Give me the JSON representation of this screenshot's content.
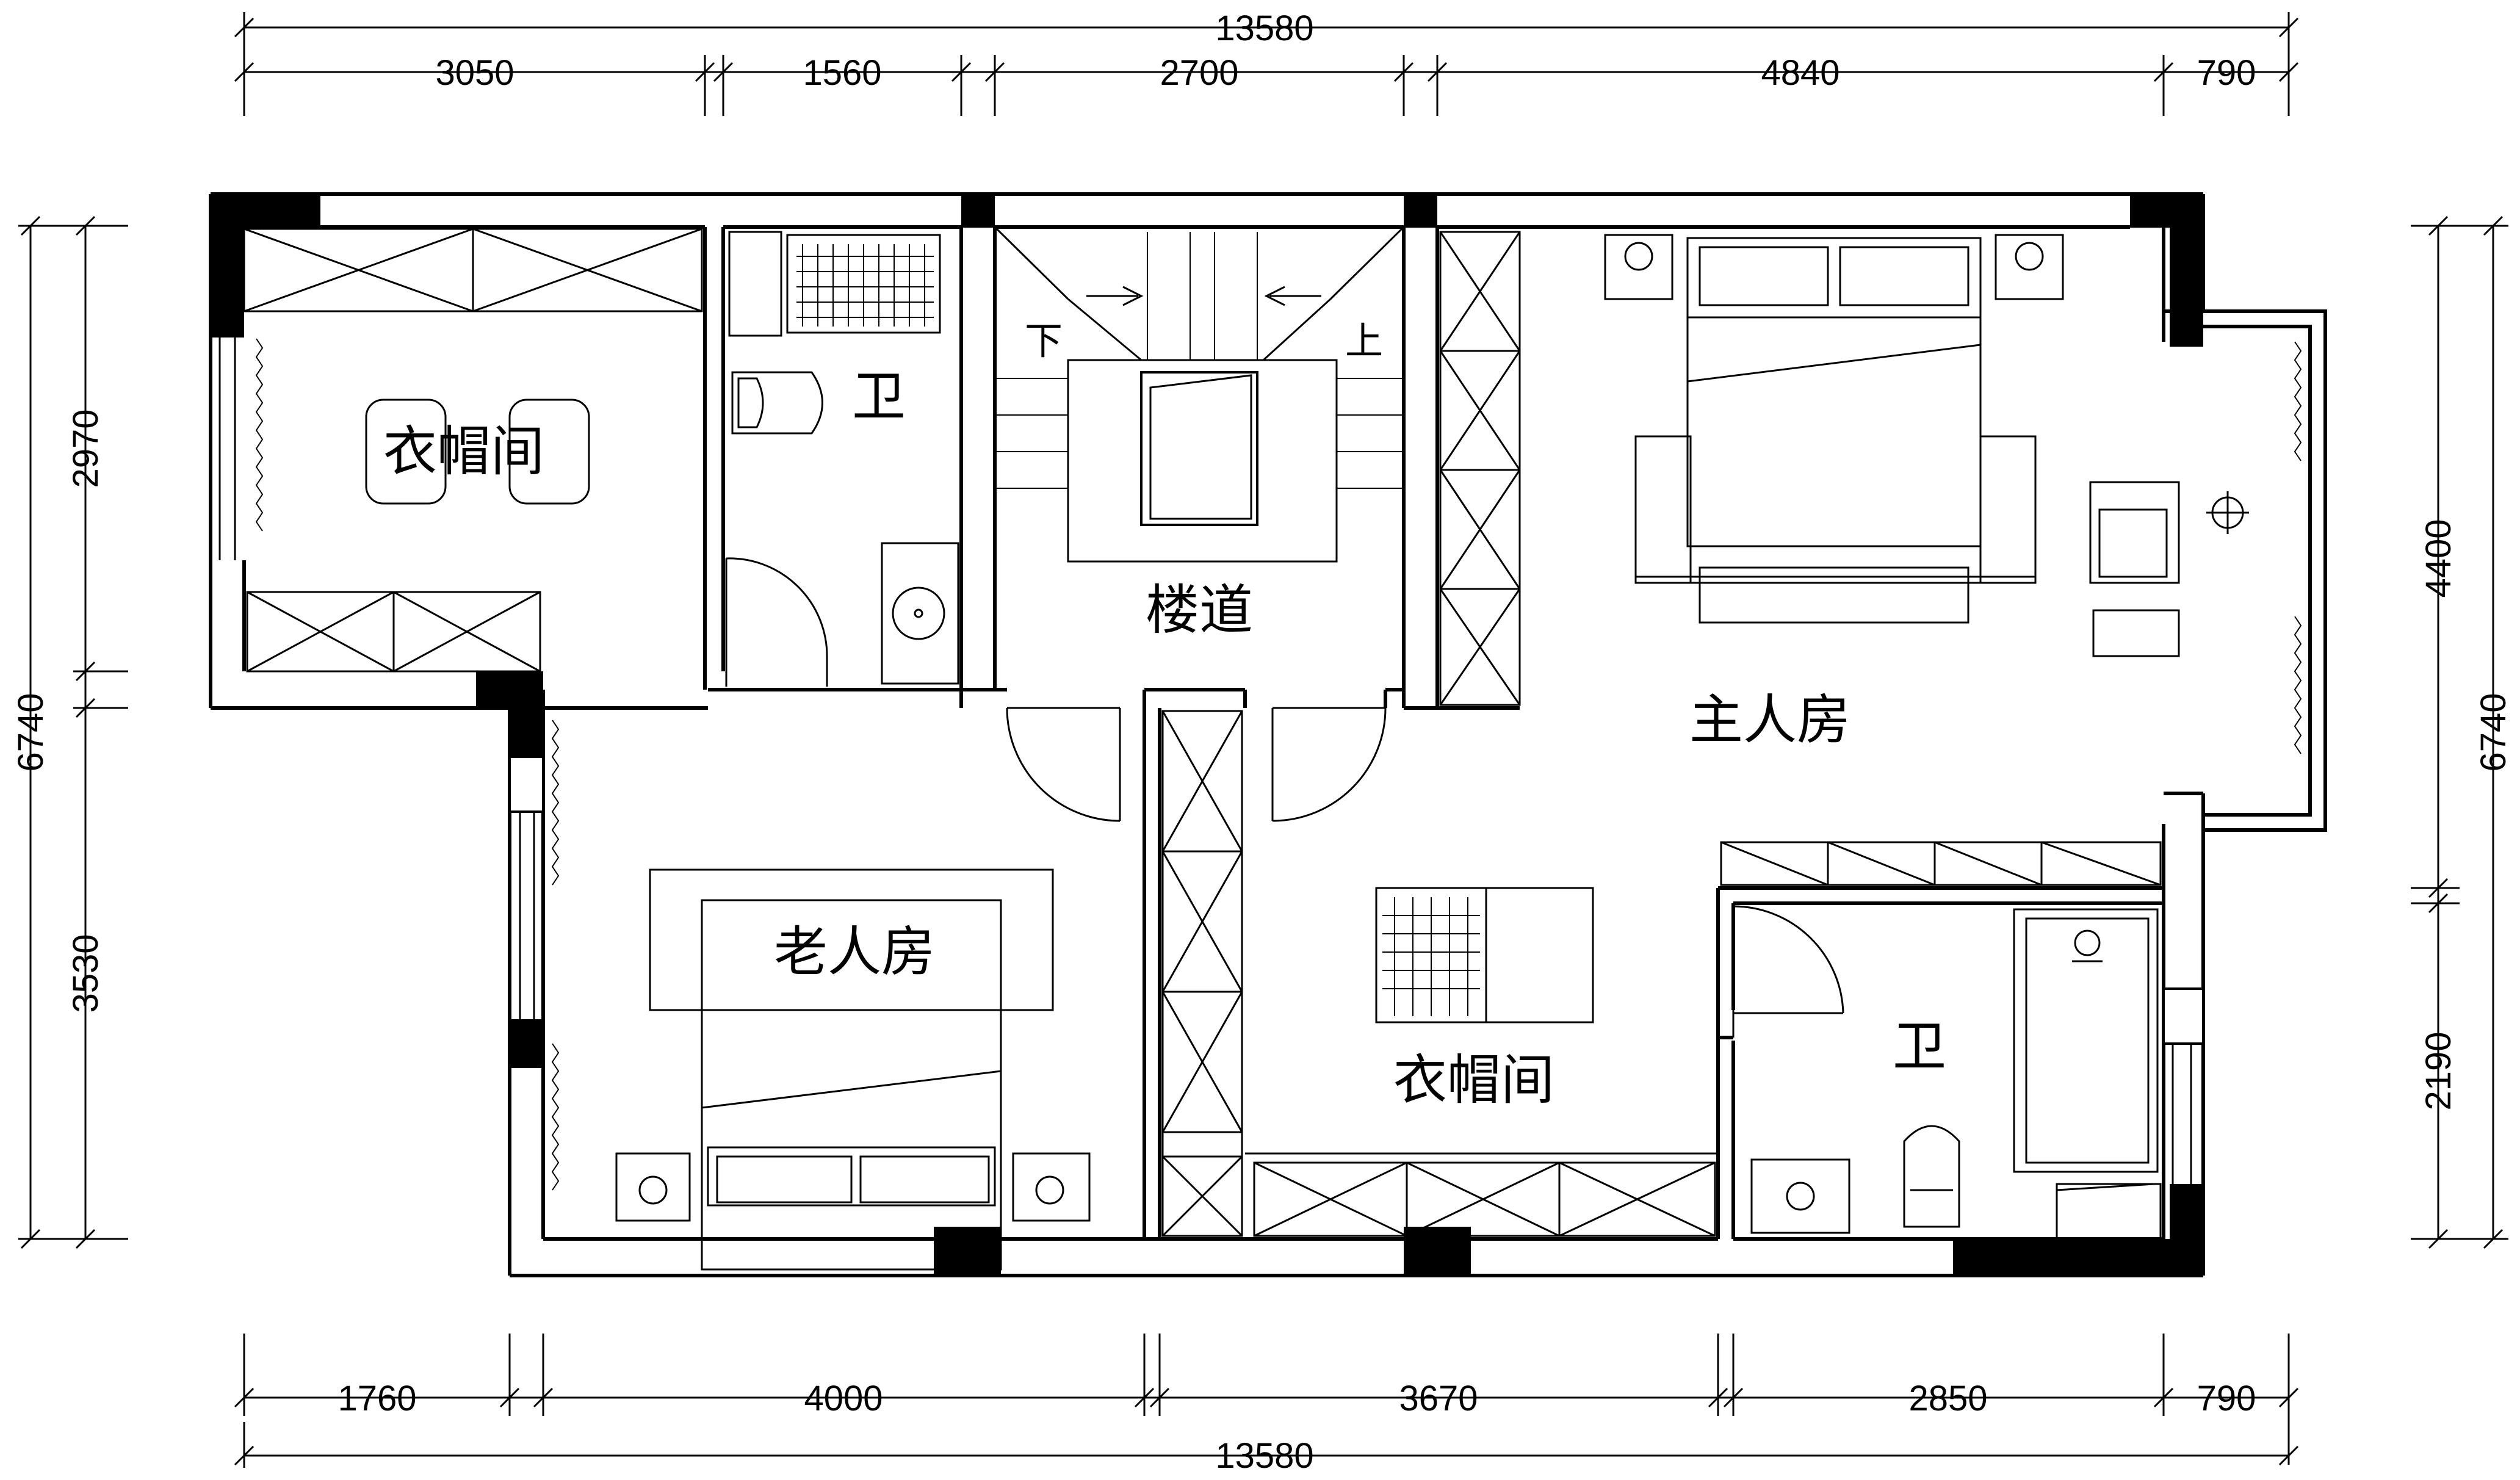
{
  "rooms": {
    "cloakroom_top": "衣帽间",
    "bath_top": "卫",
    "stair": "楼道",
    "stair_down": "下",
    "stair_up": "上",
    "master": "主人房",
    "elder": "老人房",
    "cloakroom_mid": "衣帽间",
    "bath_right": "卫"
  },
  "dimensions": {
    "top_total": "13580",
    "top": [
      "3050",
      "1560",
      "2700",
      "4840",
      "790"
    ],
    "bottom": [
      "1760",
      "4000",
      "3670",
      "2850",
      "790"
    ],
    "bottom_total": "13580",
    "left_total": "6740",
    "left": [
      "2970",
      "3530"
    ],
    "right_total": "6740",
    "right": [
      "4400",
      "2190"
    ]
  }
}
